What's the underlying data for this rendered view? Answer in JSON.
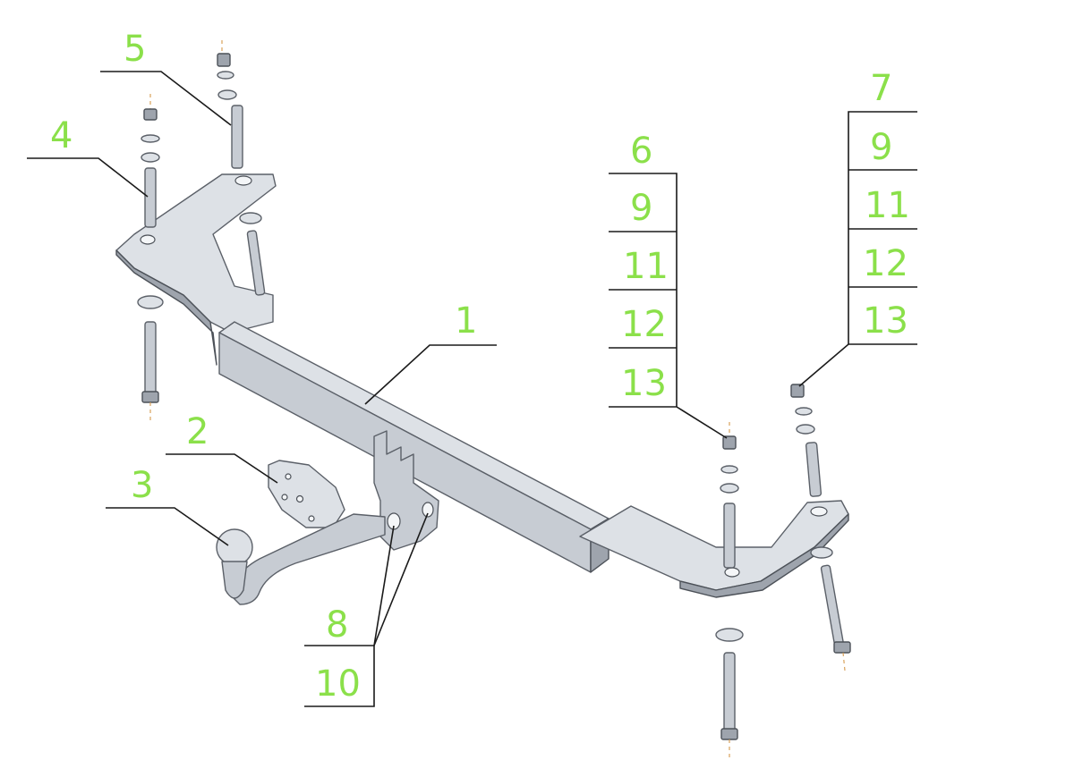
{
  "callouts": {
    "c1": "1",
    "c2": "2",
    "c3": "3",
    "c4": "4",
    "c5": "5",
    "c6": "6",
    "c7": "7",
    "c8": "8",
    "c10": "10",
    "stack6": [
      "9",
      "11",
      "12",
      "13"
    ],
    "stack7": [
      "9",
      "11",
      "12",
      "13"
    ]
  },
  "colors": {
    "callout_text": "#8be04a",
    "part_fill": "#c7ccd3",
    "leader_line": "#1a1a1a"
  }
}
